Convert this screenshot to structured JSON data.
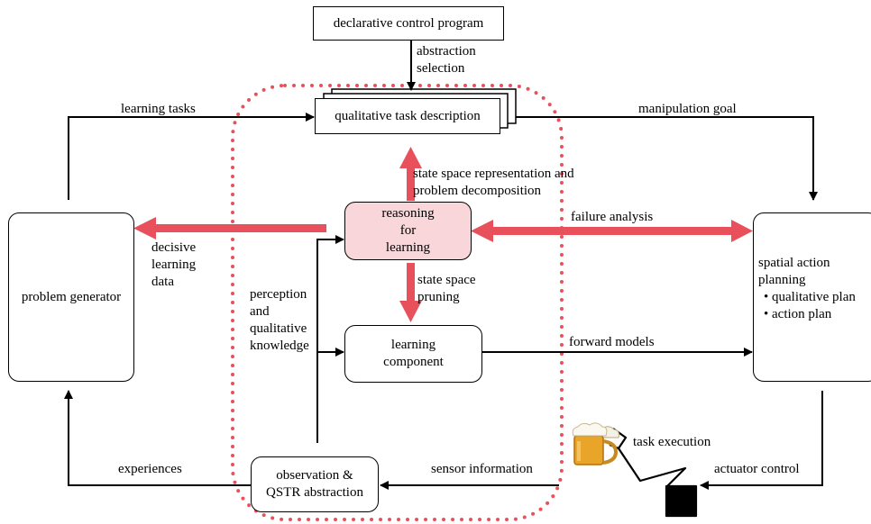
{
  "boxes": {
    "declarative": "declarative control program",
    "task_description": "qualitative task description",
    "reasoning": "reasoning\nfor\nlearning",
    "learning_component": "learning\ncomponent",
    "observation": "observation &\nQSTR abstraction",
    "problem_generator": "problem generator",
    "spatial_planning": "spatial action\nplanning",
    "spatial_planning_items": [
      "• qualitative plan",
      "• action plan"
    ]
  },
  "labels": {
    "abstraction_selection": "abstraction\nselection",
    "learning_tasks": "learning tasks",
    "manipulation_goal": "manipulation goal",
    "state_space_representation": "state space representation and\nproblem decomposition",
    "decisive_learning_data": "decisive\nlearning\ndata",
    "failure_analysis": "failure analysis",
    "state_space_pruning": "state space\npruning",
    "perception": "perception\nand\nqualitative\nknowledge",
    "forward_models": "forward models",
    "task_execution": "task execution",
    "experiences": "experiences",
    "sensor_information": "sensor information",
    "actuator_control": "actuator control"
  },
  "icons": {
    "beer": "beer-mug-icon",
    "robot": "robot-arm-icon"
  },
  "colors": {
    "highlight_arrow": "#e8505b",
    "reasoning_fill": "#f9d6da",
    "dotted_boundary": "#e8505b"
  }
}
